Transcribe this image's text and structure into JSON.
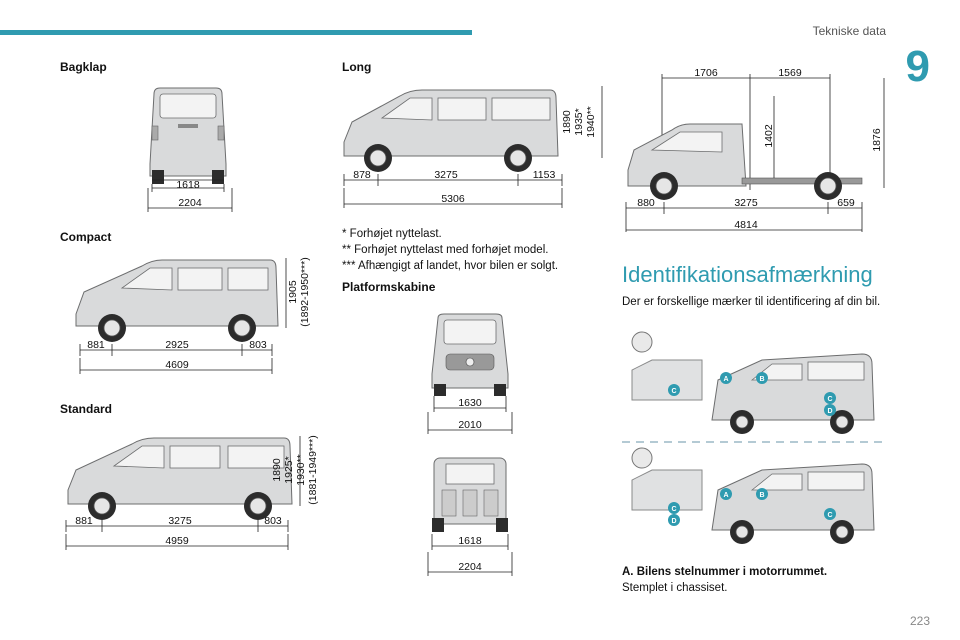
{
  "header": {
    "section_title": "Tekniske data",
    "chapter": "9"
  },
  "left": {
    "bagklap": {
      "title": "Bagklap",
      "dims": [
        "1618",
        "2204"
      ]
    },
    "compact": {
      "title": "Compact",
      "dims": [
        "881",
        "2925",
        "803",
        "4609"
      ],
      "height": [
        "1905",
        "(1892-1950***)"
      ]
    },
    "standard": {
      "title": "Standard",
      "dims": [
        "881",
        "3275",
        "803",
        "4959"
      ],
      "height": [
        "1890",
        "1925*",
        "1930**",
        "(1881-1949***)"
      ]
    }
  },
  "middle": {
    "long": {
      "title": "Long",
      "dims": [
        "878",
        "3275",
        "1153",
        "5306"
      ],
      "height": [
        "1890",
        "1935*",
        "1940**"
      ]
    },
    "notes": [
      "* Forhøjet nyttelast.",
      "** Forhøjet nyttelast med forhøjet model.",
      "*** Afhængigt af landet, hvor bilen er solgt."
    ],
    "platform": {
      "title": "Platformskabine",
      "front_dims": [
        "1630",
        "2010"
      ],
      "rear_dims": [
        "1618",
        "2204"
      ]
    }
  },
  "right": {
    "chassis": {
      "top_dims": [
        "1706",
        "1569"
      ],
      "height_inner": "1402",
      "height_outer": "1876",
      "bottom_dims": [
        "880",
        "3275",
        "659",
        "4814"
      ]
    },
    "identification": {
      "heading": "Identifikationsafmærkning",
      "intro": "Der er forskellige mærker til identificering af din bil.",
      "item_a_title": "A. Bilens stelnummer i motorrummet.",
      "item_a_text": "Stemplet i chassiset."
    },
    "badges": [
      "A",
      "B",
      "C",
      "D"
    ]
  },
  "footer": {
    "page": "223"
  }
}
